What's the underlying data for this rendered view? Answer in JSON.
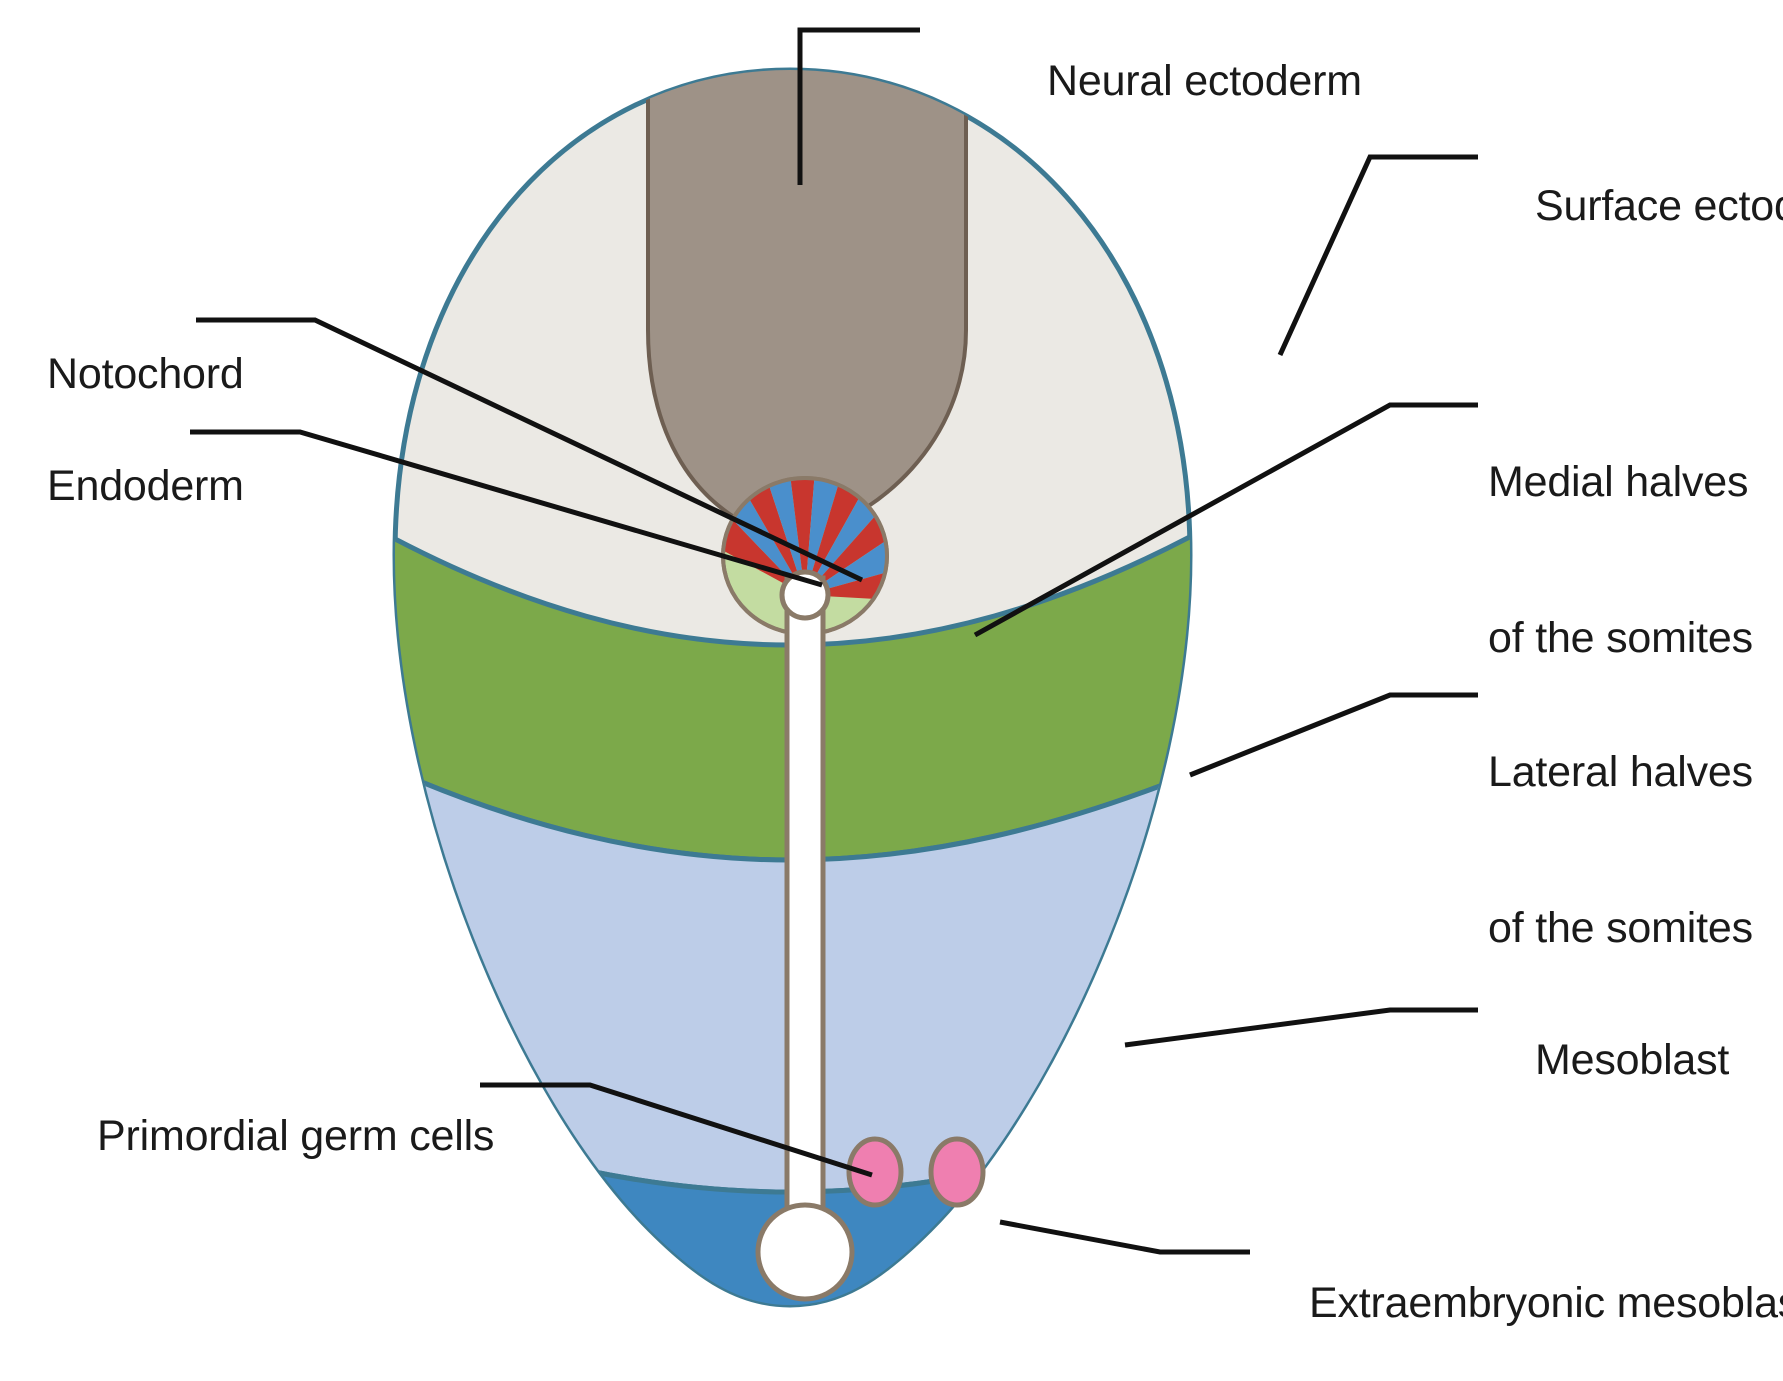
{
  "figure": {
    "type": "diagram",
    "subject": "embryonic-disc-cross-section",
    "background_color": "#ffffff",
    "outline_color": "#3d7a93",
    "leader_line_color": "#111111"
  },
  "labels": {
    "neural_ectoderm": "Neural ectoderm",
    "surface_ectoderm": "Surface ectoderm",
    "notochord": "Notochord",
    "endoderm": "Endoderm",
    "medial_somites_line1": "Medial halves",
    "medial_somites_line2": "of the somites",
    "lateral_somites_line1": "Lateral halves",
    "lateral_somites_line2": "of the somites",
    "mesoblast": "Mesoblast",
    "primordial_germ_cells": "Primordial germ cells",
    "extraembryonic_mesoblast": "Extraembryonic mesoblast"
  },
  "regions": [
    {
      "name": "surface-ectoderm",
      "color": "#ebe9e4",
      "stroke": "#3d7a93"
    },
    {
      "name": "neural-ectoderm",
      "color": "#9e9287",
      "stroke": "#6e5f52"
    },
    {
      "name": "lateral-halves-of-somites",
      "color": "#7ca94a",
      "stroke": "#3d7a93"
    },
    {
      "name": "mesoblast",
      "color": "#bdcde8",
      "stroke": "#3d7a93"
    },
    {
      "name": "extraembryonic-mesoblast",
      "color": "#3e87c0",
      "stroke": "#3d7a93"
    },
    {
      "name": "caudal-tan-band",
      "color": "#b3a495",
      "stroke": "#6e5f52"
    },
    {
      "name": "endoderm-rosette",
      "color": "#c3dca1",
      "stroke": "#8a7a68"
    },
    {
      "name": "medial-halves-of-somites",
      "color": "#4a8fcc",
      "stroke": "none"
    },
    {
      "name": "notochord-wedges",
      "color": "#c8362e",
      "stroke": "none"
    },
    {
      "name": "primitive-streak",
      "color": "#ffffff",
      "stroke": "#8a7a68"
    },
    {
      "name": "primordial-germ-cell",
      "color": "#ef7fb0",
      "stroke": "#8a7a68"
    }
  ],
  "counts": {
    "red_wedges": 6,
    "blue_wedges": 5,
    "germ_cells": 2
  }
}
